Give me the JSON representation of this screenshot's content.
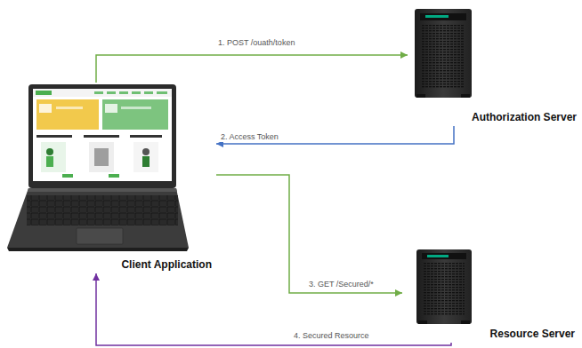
{
  "diagram": {
    "nodes": [
      {
        "text": [
          "Client Application"
        ]
      },
      {
        "text": [
          "Authorization Server"
        ]
      },
      {
        "text": [
          "Resource Server"
        ]
      }
    ],
    "edges": [
      {
        "from": 0,
        "to": 1,
        "arrow": "to",
        "label": "1. POST /ouath/token"
      },
      {
        "from": 1,
        "to": 0,
        "arrow": "to",
        "label": "2. Access Token"
      },
      {
        "from": 0,
        "to": 2,
        "arrow": "to",
        "label": "3. GET /Secured/*"
      },
      {
        "from": 2,
        "to": 0,
        "arrow": "to",
        "label": "4. Secured Resource"
      }
    ]
  }
}
